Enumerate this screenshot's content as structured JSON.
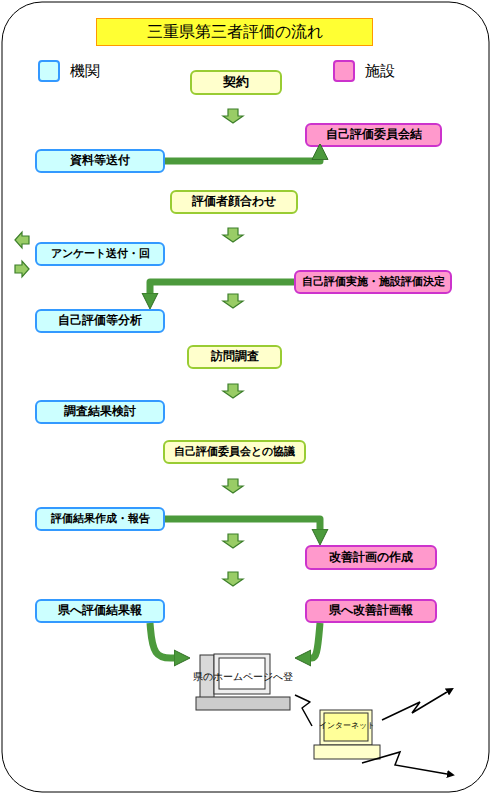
{
  "diagram": {
    "title": "三重県第三者評価の流れ",
    "nodes": [
      {
        "text": [
          "契約"
        ]
      },
      {
        "text": [
          "自己評価委員会結"
        ]
      },
      {
        "text": [
          "資料等送付"
        ]
      },
      {
        "text": [
          "評価者顔合わせ"
        ]
      },
      {
        "text": [
          "アンケート送付・回"
        ]
      },
      {
        "text": [
          "自己評価実施・施設評価決定"
        ]
      },
      {
        "text": [
          "自己評価等分析"
        ]
      },
      {
        "text": [
          "訪問調査"
        ]
      },
      {
        "text": [
          "調査結果検討"
        ]
      },
      {
        "text": [
          "自己評価委員会との協議"
        ]
      },
      {
        "text": [
          "評価結果作成・報告"
        ]
      },
      {
        "text": [
          "改善計画の作成"
        ]
      },
      {
        "text": [
          "県へ評価結果報"
        ]
      },
      {
        "text": [
          "県へ改善計画報"
        ]
      },
      {
        "text": [
          "県のホームページへ登"
        ]
      },
      {
        "text": [
          "インターネット"
        ]
      }
    ],
    "edges": [
      {
        "from": 2,
        "to": 1,
        "arrow": "to"
      },
      {
        "from": 5,
        "to": 6,
        "arrow": "to"
      },
      {
        "from": 10,
        "to": 11,
        "arrow": "to"
      },
      {
        "from": 12,
        "to": 14,
        "arrow": "to"
      },
      {
        "from": 13,
        "to": 14,
        "arrow": "to"
      },
      {
        "from": 14,
        "to": 15,
        "arrow": "none"
      }
    ],
    "legend": [
      {
        "text": "機関",
        "color": "#ccffff"
      },
      {
        "text": "施設",
        "color": "#ff99cc"
      }
    ]
  }
}
